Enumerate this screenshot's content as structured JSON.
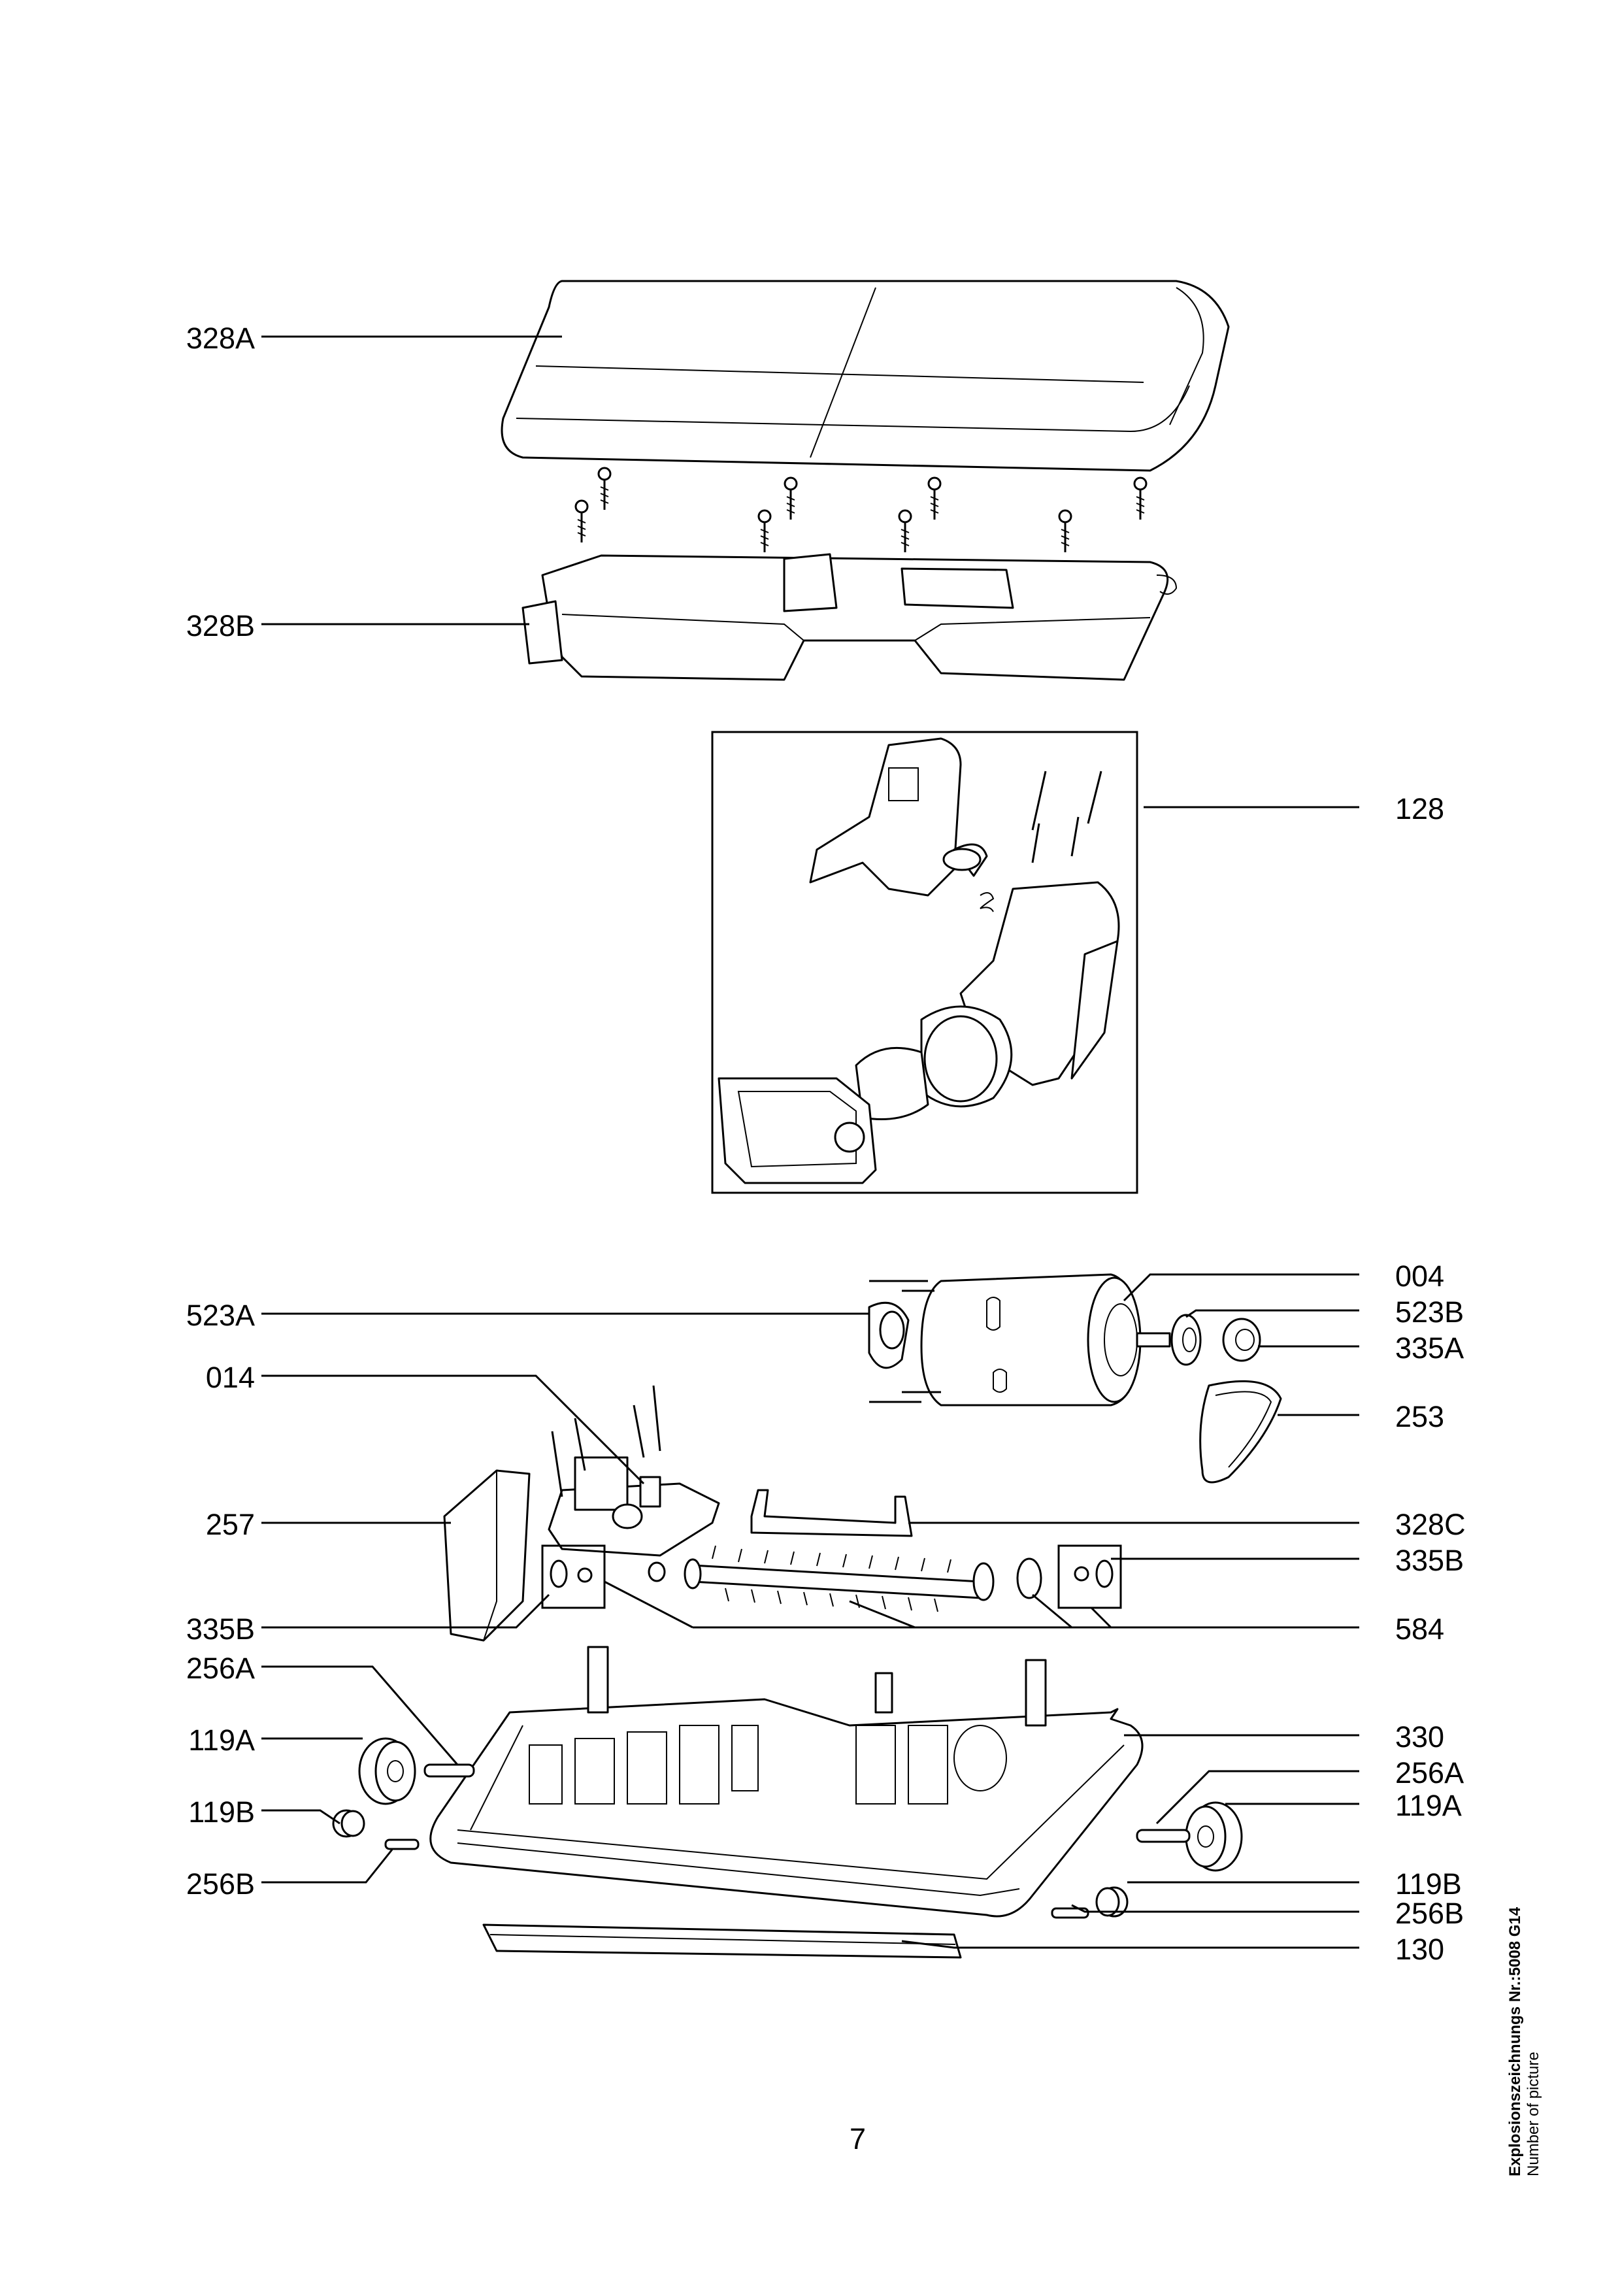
{
  "labels": {
    "l328A": "328A",
    "l328B": "328B",
    "l128": "128",
    "l004": "004",
    "l523A": "523A",
    "l523B": "523B",
    "l335A": "335A",
    "l014": "014",
    "l253": "253",
    "l257": "257",
    "l328C": "328C",
    "l335B_r": "335B",
    "l335B_l": "335B",
    "l584": "584",
    "l256A_l": "256A",
    "l119A_l": "119A",
    "l330": "330",
    "l256A_r": "256A",
    "l119B_l": "119B",
    "l119A_r": "119A",
    "l256B_l": "256B",
    "l119B_r": "119B",
    "l256B_r": "256B",
    "l130": "130"
  },
  "page_number": "7",
  "caption": {
    "line1": "Explosionszeichnungs Nr.:5008 G14",
    "line2": "Number of picture"
  }
}
